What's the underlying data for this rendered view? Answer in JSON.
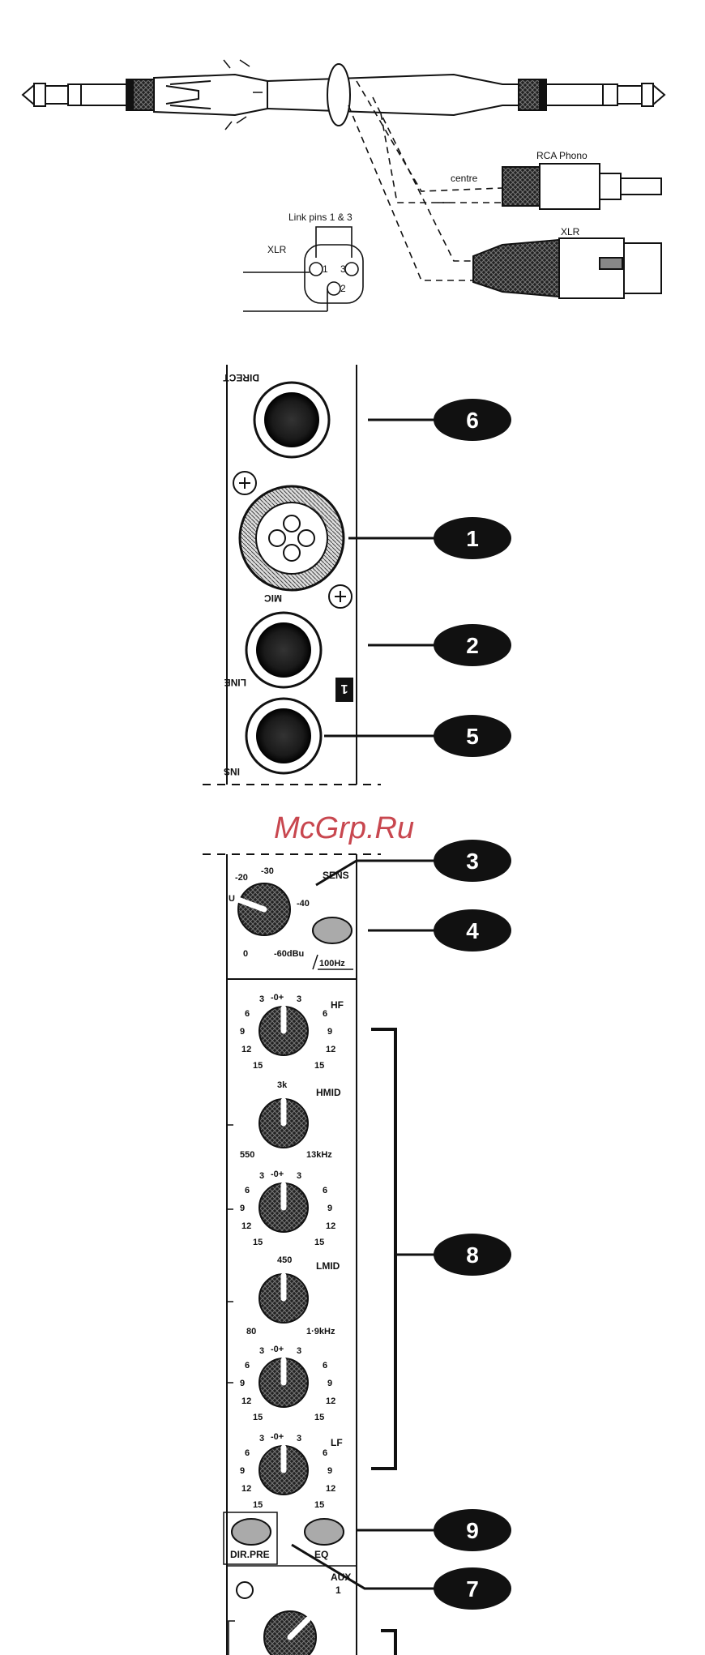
{
  "wiring": {
    "rca_label": "RCA Phono",
    "centre_label": "centre",
    "xlr_label": "XLR",
    "xlr_socket_label": "XLR",
    "link_label": "Link pins 1 & 3",
    "pin1": "1",
    "pin2": "2",
    "pin3": "3"
  },
  "panel_top": {
    "direct_label": "DIRECT",
    "mic_label": "MIC",
    "line_label": "LINE",
    "ins_label": "INS",
    "channel_number": "1"
  },
  "sens": {
    "label": "SENS",
    "scale": [
      "U",
      "-20",
      "-30",
      "-40",
      "0",
      "-60dBu"
    ],
    "filter_label": "100Hz"
  },
  "eq": {
    "hf_label": "HF",
    "hmid_label": "HMID",
    "lmid_label": "LMID",
    "lf_label": "LF",
    "gain_scale": [
      "3",
      "-0+",
      "3",
      "6",
      "6",
      "9",
      "9",
      "12",
      "12",
      "15",
      "15"
    ],
    "hmid_freqs": [
      "3k",
      "550",
      "13kHz"
    ],
    "lmid_freqs": [
      "450",
      "80",
      "1·9kHz"
    ]
  },
  "buttons": {
    "dir_pre": "DIR.PRE",
    "eq": "EQ"
  },
  "aux": {
    "label": "AUX",
    "number": "1"
  },
  "callouts": [
    "6",
    "1",
    "2",
    "5",
    "3",
    "4",
    "8",
    "9",
    "7"
  ],
  "watermark": "McGrp.Ru"
}
